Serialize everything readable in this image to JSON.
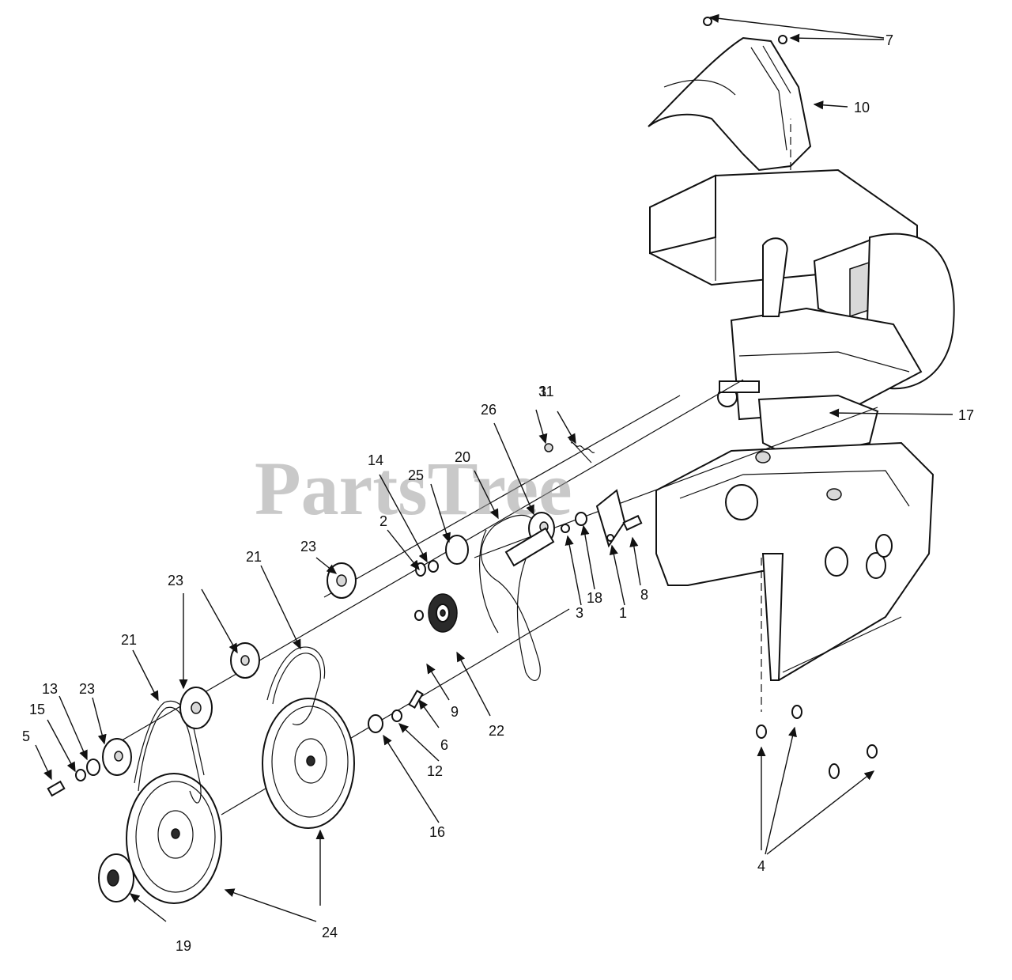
{
  "watermark": "PartsTree",
  "callouts": {
    "c1": "1",
    "c2": "2",
    "c3a": "3",
    "c3b": "3",
    "c4": "4",
    "c5": "5",
    "c6": "6",
    "c7": "7",
    "c8": "8",
    "c9": "9",
    "c10": "10",
    "c11": "11",
    "c12": "12",
    "c13": "13",
    "c14": "14",
    "c15": "15",
    "c16": "16",
    "c17": "17",
    "c18": "18",
    "c19": "19",
    "c20": "20",
    "c21a": "21",
    "c21b": "21",
    "c22": "22",
    "c23a": "23",
    "c23b": "23",
    "c23c": "23",
    "c24": "24",
    "c25": "25",
    "c26": "26"
  }
}
